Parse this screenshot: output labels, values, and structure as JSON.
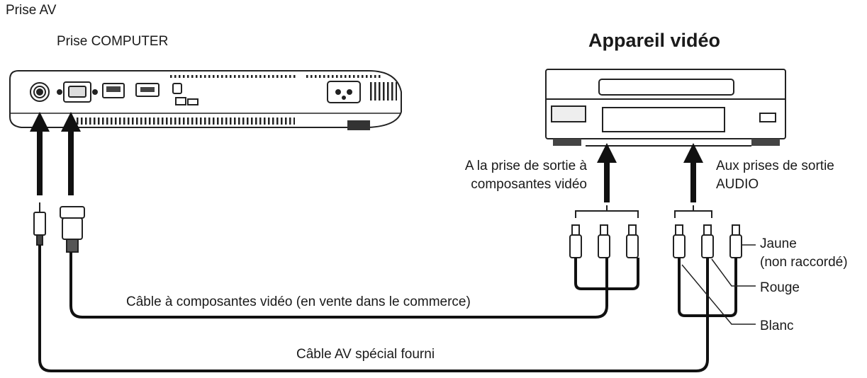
{
  "labels": {
    "prise_av": "Prise AV",
    "prise_computer": "Prise COMPUTER",
    "device_title": "Appareil vidéo",
    "to_component_line1": "A la prise de sortie à",
    "to_component_line2": "composantes vidéo",
    "to_audio_line1": "Aux prises de sortie",
    "to_audio_line2": "AUDIO",
    "jaune": "Jaune",
    "non_raccorde": "(non raccordé)",
    "rouge": "Rouge",
    "blanc": "Blanc",
    "component_cable": "Câble à composantes vidéo (en vente dans le commerce)",
    "av_cable": "Câble AV spécial fourni"
  }
}
